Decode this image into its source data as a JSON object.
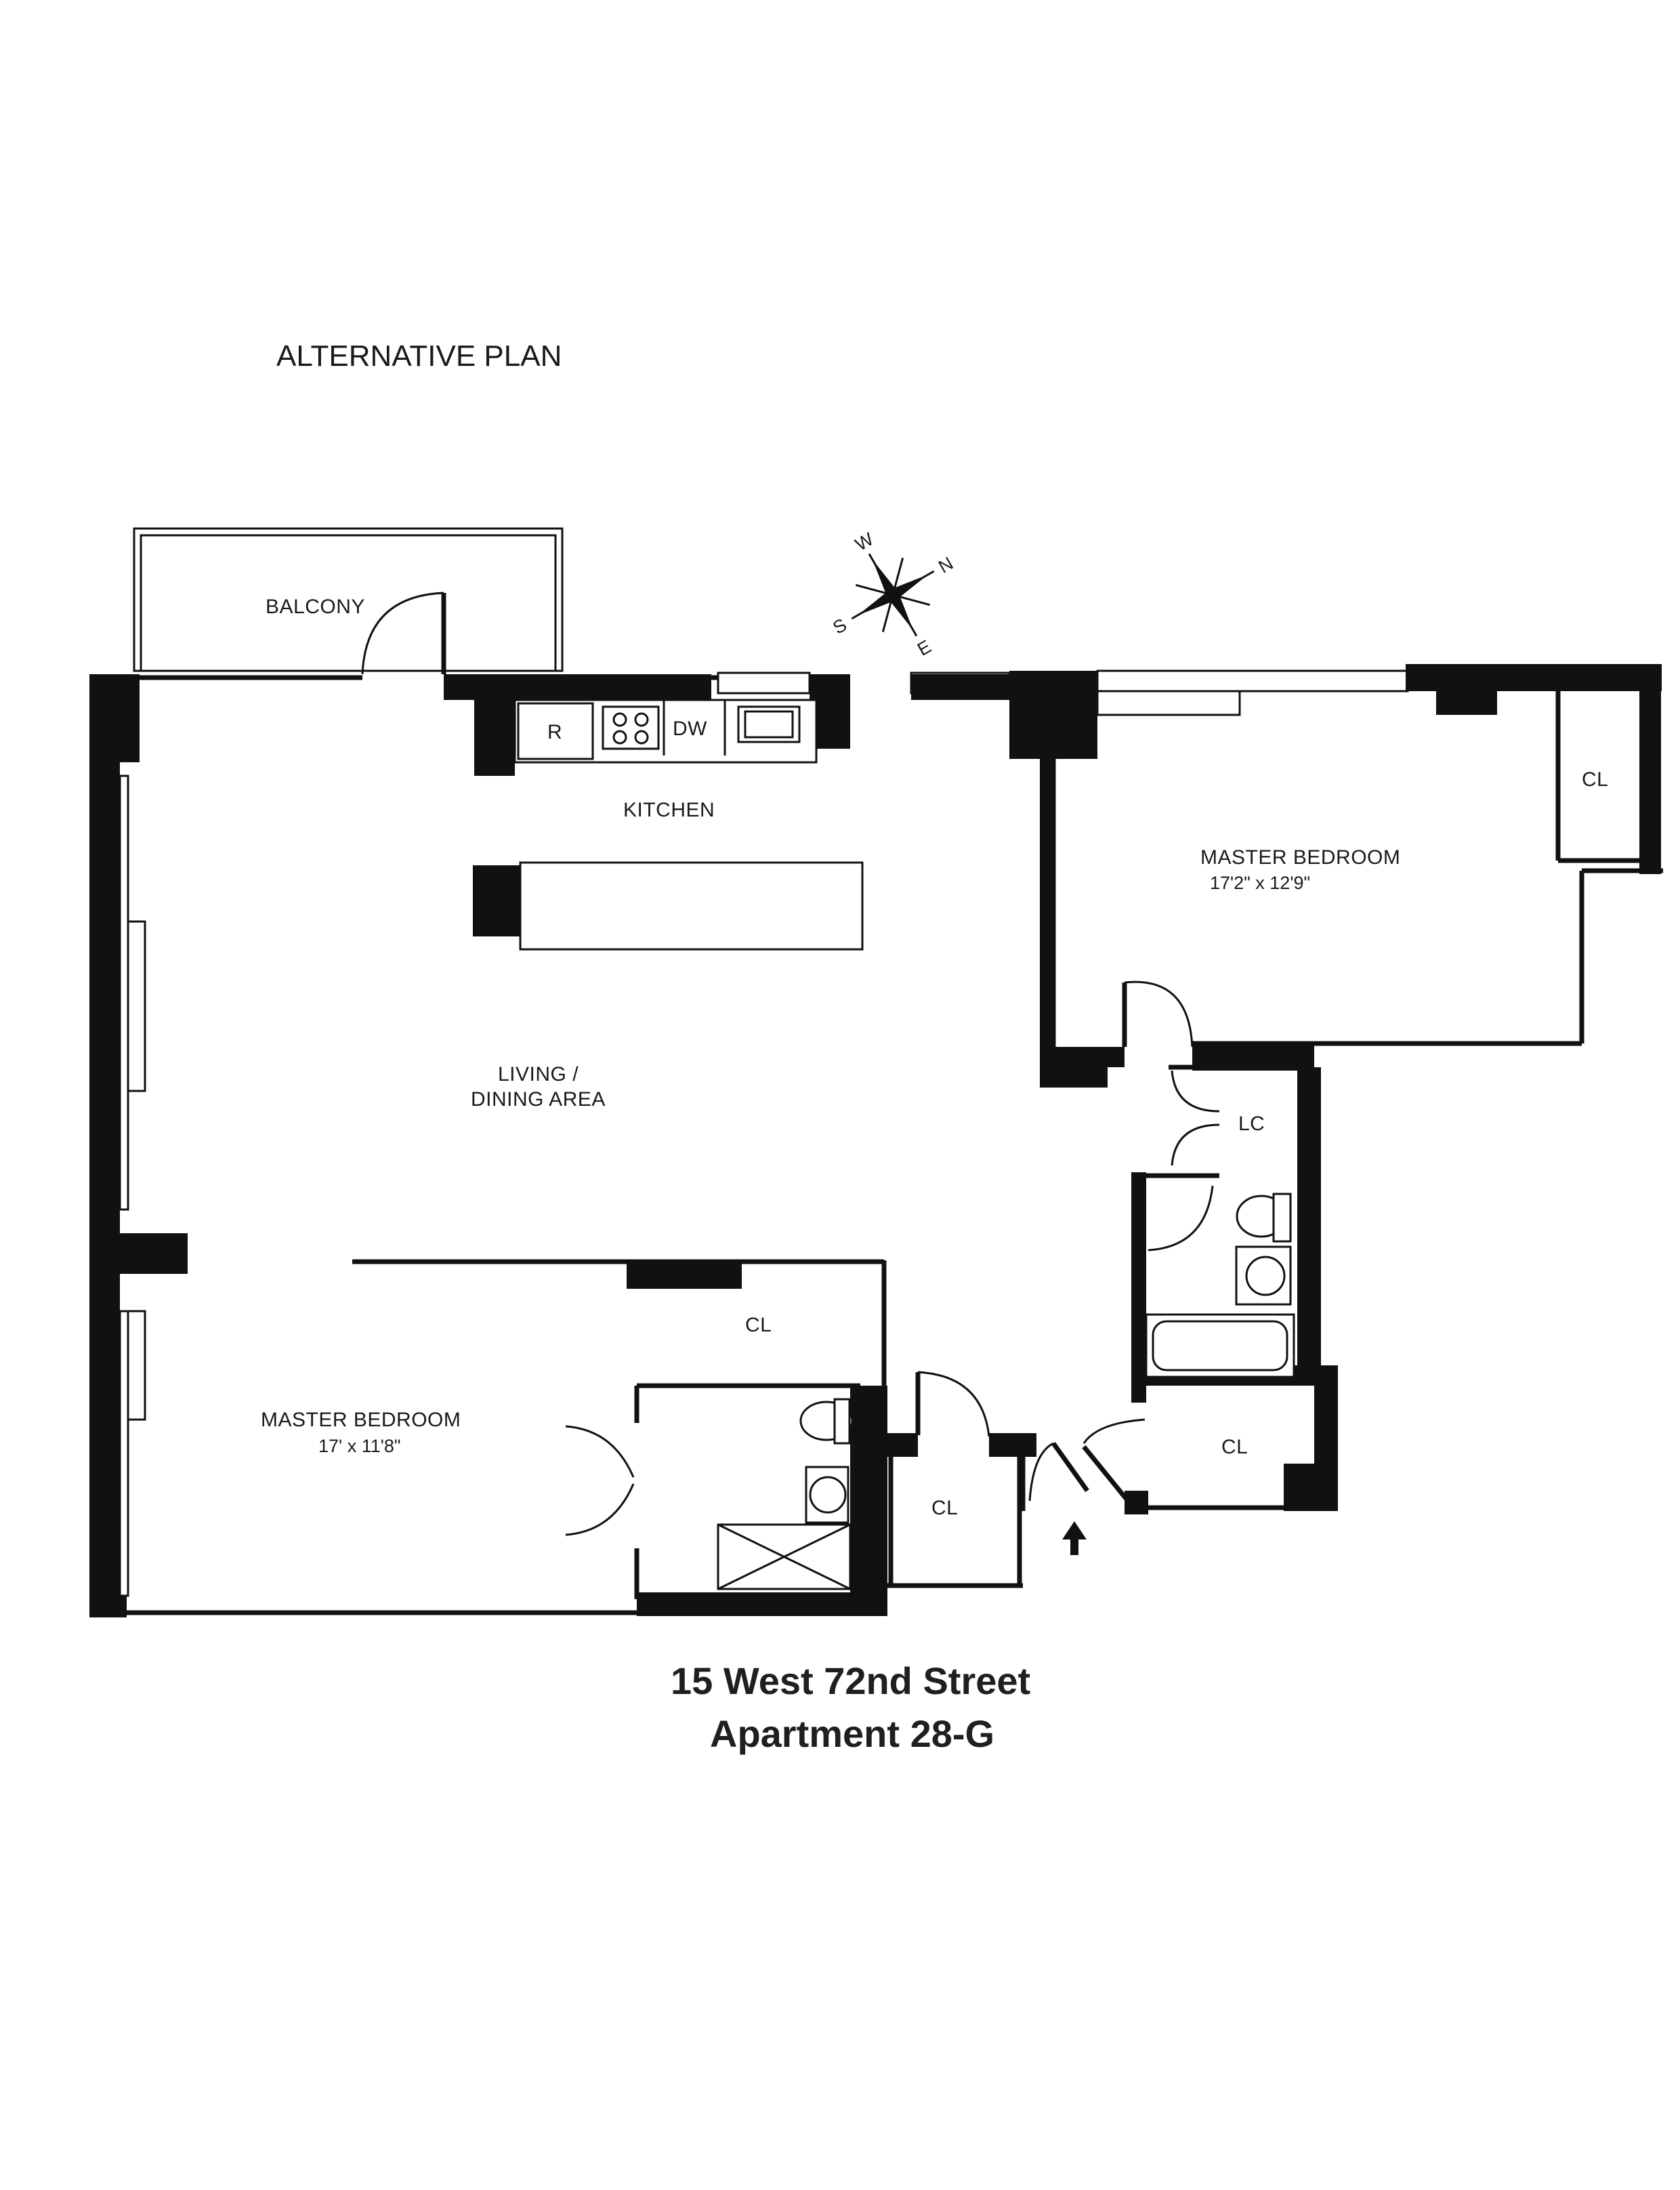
{
  "title": "ALTERNATIVE PLAN",
  "rooms": {
    "balcony": "BALCONY",
    "kitchen": "KITCHEN",
    "living_line1": "LIVING /",
    "living_line2": "DINING AREA",
    "master_bedroom_right": {
      "name": "MASTER BEDROOM",
      "size": "17'2\" x 12'9\""
    },
    "master_bedroom_left": {
      "name": "MASTER BEDROOM",
      "size": "17' x 11'8\""
    },
    "closet_right_top": "CL",
    "linen_closet": "LC",
    "closet_bedroom": "CL",
    "closet_entry_left": "CL",
    "closet_entry_right": "CL"
  },
  "appliances": {
    "refrigerator": "R",
    "dishwasher": "DW"
  },
  "compass": {
    "n": "N",
    "s": "S",
    "e": "E",
    "w": "W"
  },
  "address": {
    "street": "15 West 72nd Street",
    "unit": "Apartment 28-G"
  },
  "colors": {
    "ink": "#111111",
    "paper": "#ffffff"
  }
}
